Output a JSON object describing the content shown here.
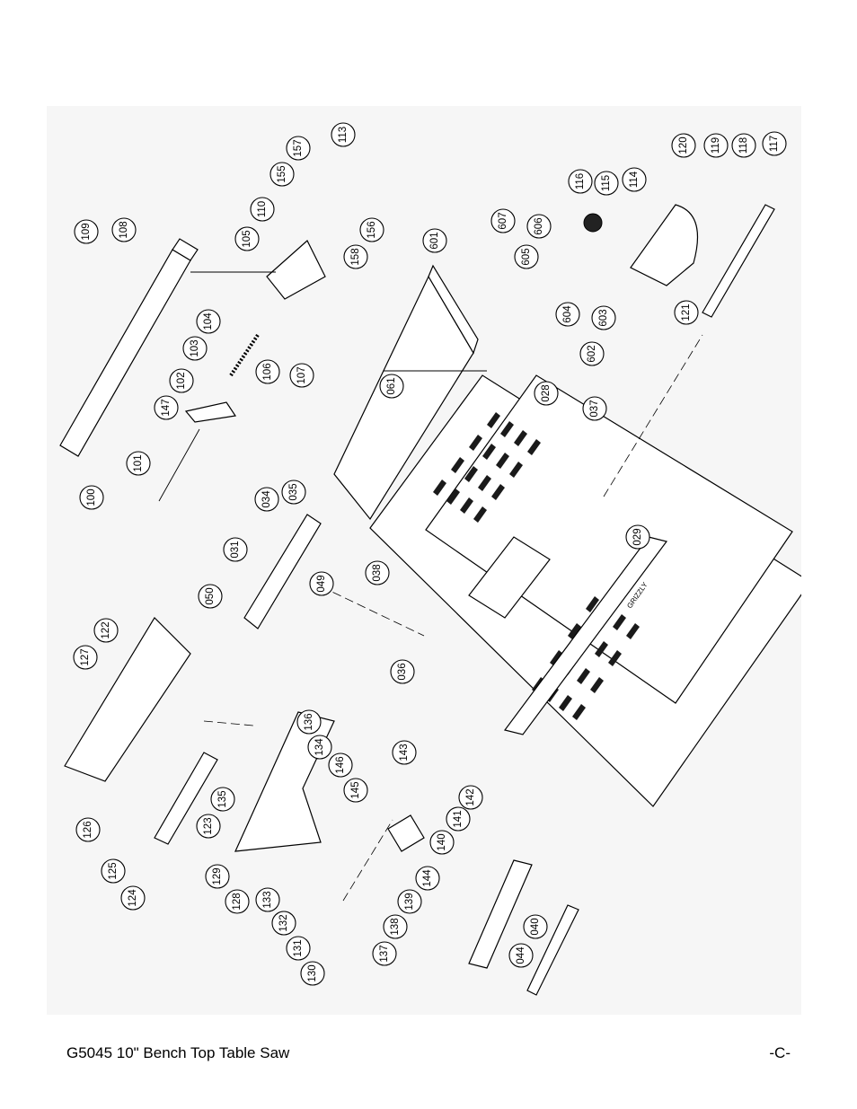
{
  "footer": {
    "title": "G5045 10\" Bench Top Table Saw",
    "page_label": "-C-"
  },
  "brand_mark": "GRIZZLY",
  "callouts": {
    "c100": "100",
    "c101": "101",
    "c102": "102",
    "c103": "103",
    "c104": "104",
    "c105": "105",
    "c106": "106",
    "c107": "107",
    "c108": "108",
    "c109": "109",
    "c110": "110",
    "c113": "113",
    "c114": "114",
    "c115": "115",
    "c116": "116",
    "c117": "117",
    "c118": "118",
    "c119": "119",
    "c120": "120",
    "c121": "121",
    "c122": "122",
    "c123": "123",
    "c124": "124",
    "c125": "125",
    "c126": "126",
    "c127": "127",
    "c128": "128",
    "c129": "129",
    "c130": "130",
    "c131": "131",
    "c132": "132",
    "c133": "133",
    "c134": "134",
    "c135": "135",
    "c136": "136",
    "c137": "137",
    "c138": "138",
    "c139": "139",
    "c140": "140",
    "c141": "141",
    "c142": "142",
    "c143": "143",
    "c144": "144",
    "c145": "145",
    "c146": "146",
    "c147": "147",
    "c155": "155",
    "c156": "156",
    "c157": "157",
    "c158": "158",
    "c028": "028",
    "c029": "029",
    "c031": "031",
    "c034": "034",
    "c035": "035",
    "c036": "036",
    "c037": "037",
    "c038": "038",
    "c040": "040",
    "c044": "044",
    "c049": "049",
    "c050": "050",
    "c061": "061",
    "c601": "601",
    "c602": "602",
    "c603": "603",
    "c604": "604",
    "c605": "605",
    "c606": "606",
    "c607": "607"
  }
}
